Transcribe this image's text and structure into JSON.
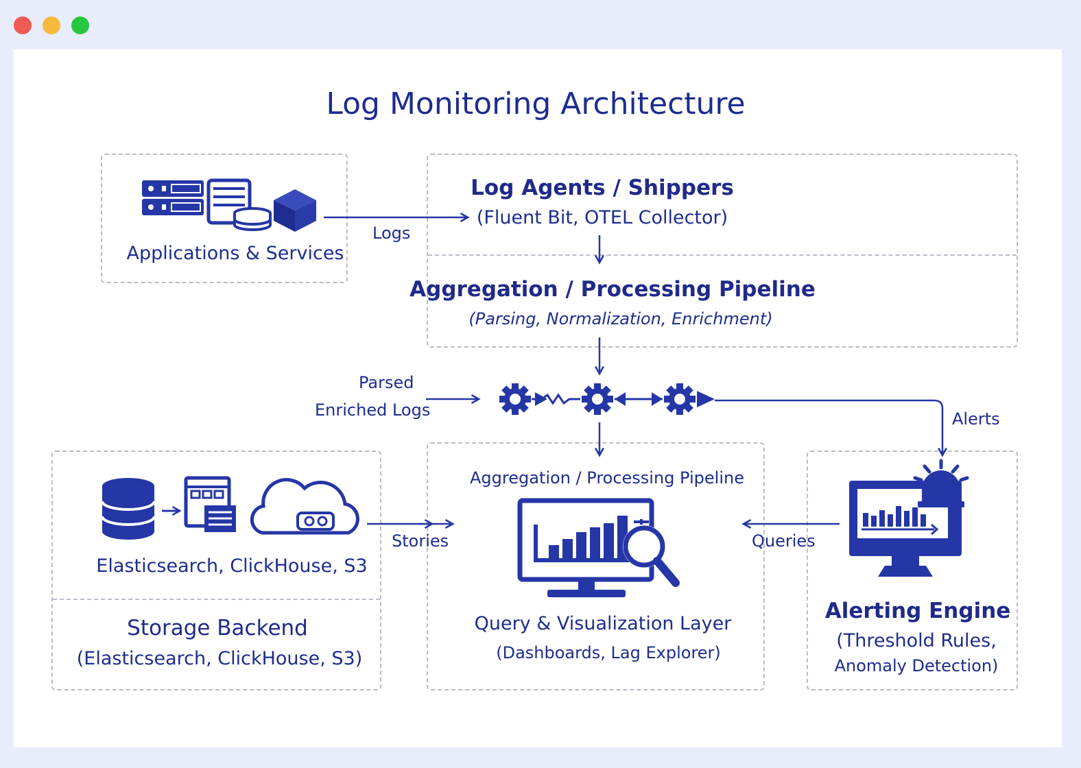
{
  "window": {
    "controls": [
      "close",
      "minimize",
      "maximize"
    ]
  },
  "diagram": {
    "title": "Log Monitoring Architecture",
    "apps": {
      "label": "Applications & Services"
    },
    "agents": {
      "title": "Log Agents / Shippers",
      "subtitle": "(Fluent Bit, OTEL Collector)"
    },
    "pipeline": {
      "title": "Aggregation / Processing Pipeline",
      "subtitle": "(Parsing, Normalization, Enrichment)"
    },
    "edges": {
      "logs": "Logs",
      "parsed_line1": "Parsed",
      "parsed_line2": "Enriched Logs",
      "alerts": "Alerts",
      "stories": "Stories",
      "queries": "Queries"
    },
    "storage": {
      "icons_label": "Elasticsearch, ClickHouse, S3",
      "title": "Storage Backend",
      "subtitle": "(Elasticsearch, ClickHouse, S3)"
    },
    "query": {
      "top_label": "Aggregation / Processing Pipeline",
      "title": "Query & Visualization Layer",
      "subtitle": "(Dashboards, Lag Explorer)"
    },
    "alerting": {
      "title": "Alerting Engine",
      "subtitle_line1": "(Threshold Rules,",
      "subtitle_line2": "Anomaly Detection)"
    }
  },
  "colors": {
    "primary": "#2536a6",
    "text": "#1d2c8f",
    "dash": "#b9bcc8",
    "background": "#e8ecfb"
  }
}
